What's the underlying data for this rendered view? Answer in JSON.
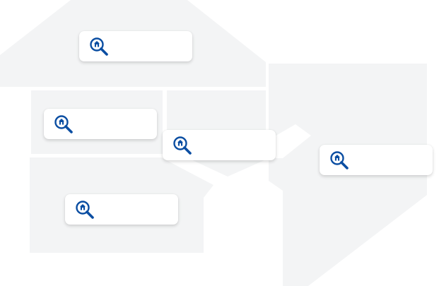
{
  "map": {
    "region_fill": "#f3f4f5",
    "background": "#ffffff"
  },
  "search_cards": [
    {
      "id": "card-1",
      "icon": "home-search-icon",
      "label": ""
    },
    {
      "id": "card-2",
      "icon": "home-search-icon",
      "label": ""
    },
    {
      "id": "card-3",
      "icon": "home-search-icon",
      "label": ""
    },
    {
      "id": "card-4",
      "icon": "home-search-icon",
      "label": ""
    },
    {
      "id": "card-5",
      "icon": "home-search-icon",
      "label": ""
    }
  ],
  "colors": {
    "icon_accent": "#0b4ea2",
    "card_background": "#ffffff"
  }
}
